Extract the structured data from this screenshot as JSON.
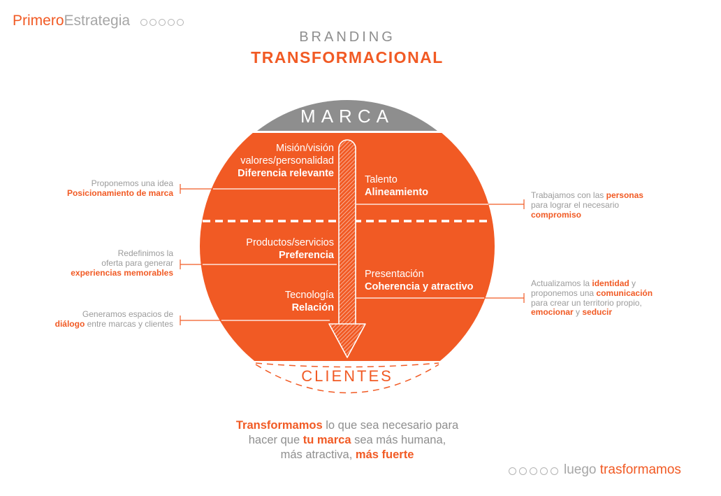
{
  "colors": {
    "orange": "#F15A24",
    "dome_gray": "#8E8E8E",
    "text_gray": "#9B9B9B",
    "white": "#FFFFFF"
  },
  "logo": {
    "primero": "Primero",
    "estrategia": "Estrategia"
  },
  "title": {
    "line1": "BRANDING",
    "line2": "TRANSFORMACIONAL"
  },
  "diagram": {
    "marca": "MARCA",
    "clientes": "CLIENTES",
    "inner": {
      "mision": {
        "l1": "Misión/visión",
        "l2": "valores/personalidad",
        "bold": "Diferencia relevante"
      },
      "talento": {
        "l1": "Talento",
        "bold": "Alineamiento"
      },
      "productos": {
        "l1": "Productos/servicios",
        "bold": "Preferencia"
      },
      "presentacion": {
        "l1": "Presentación",
        "bold": "Coherencia y atractivo"
      },
      "tecnologia": {
        "l1": "Tecnología",
        "bold": "Relación"
      }
    },
    "left": {
      "l1": {
        "gray": "Proponemos una idea",
        "orange": "Posicionamiento de marca"
      },
      "l2": {
        "gray1": "Redefinimos la",
        "gray2": "oferta para generar",
        "orange": "experiencias memorables"
      },
      "l3": {
        "gray1": "Generamos espacios de",
        "orange": "diálogo",
        "gray2": " entre marcas y clientes"
      }
    },
    "right": {
      "r1": {
        "l1a": "Trabajamos con las ",
        "l1b": "personas",
        "l2": "para lograr el necesario",
        "l3": "compromiso"
      },
      "r2": {
        "l1a": "Actualizamos la ",
        "l1b": "identidad",
        "l1c": " y",
        "l2a": "proponemos una ",
        "l2b": "comunicación",
        "l3": "para crear un territorio propio,",
        "l4a": "emocionar",
        "l4b": " y ",
        "l4c": "seducir"
      }
    }
  },
  "tagline": {
    "l1a": "Transformamos",
    "l1b": " lo que sea necesario para",
    "l2a": "hacer que ",
    "l2b": "tu marca",
    "l2c": " sea más humana,",
    "l3a": "más atractiva, ",
    "l3b": "más fuerte"
  },
  "footer": {
    "gray": "luego",
    "orange": "trasformamos"
  }
}
